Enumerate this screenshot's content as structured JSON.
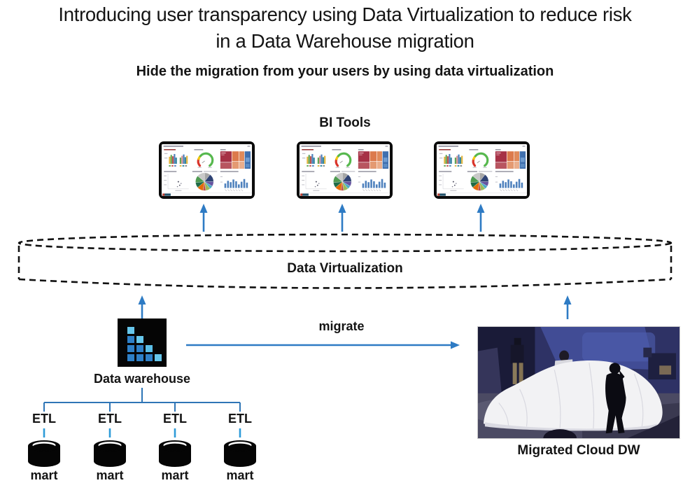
{
  "title": {
    "line1": "Introducing user transparency using Data Virtualization to reduce risk",
    "line2": "in a Data Warehouse migration"
  },
  "subtitle": "Hide the migration from your users by using data virtualization",
  "bi_tools_label": "BI Tools",
  "virtualization_label": "Data Virtualization",
  "warehouse_label": "Data warehouse",
  "migrate_label": "migrate",
  "cloud_dw_label": "Migrated Cloud DW",
  "etl_labels": [
    "ETL",
    "ETL",
    "ETL",
    "ETL"
  ],
  "mart_labels": [
    "mart",
    "mart",
    "mart",
    "mart"
  ],
  "monitors": [
    "bi-monitor-1",
    "bi-monitor-2",
    "bi-monitor-3"
  ],
  "colors": {
    "arrow_blue": "#2E7BC4",
    "connector_blue": "#2E75B6",
    "mart_link_blue": "#2E9BD8",
    "dashed_outline": "#111111",
    "warehouse_square_light": "#66C7EC",
    "warehouse_square_dark": "#2E80C8"
  }
}
